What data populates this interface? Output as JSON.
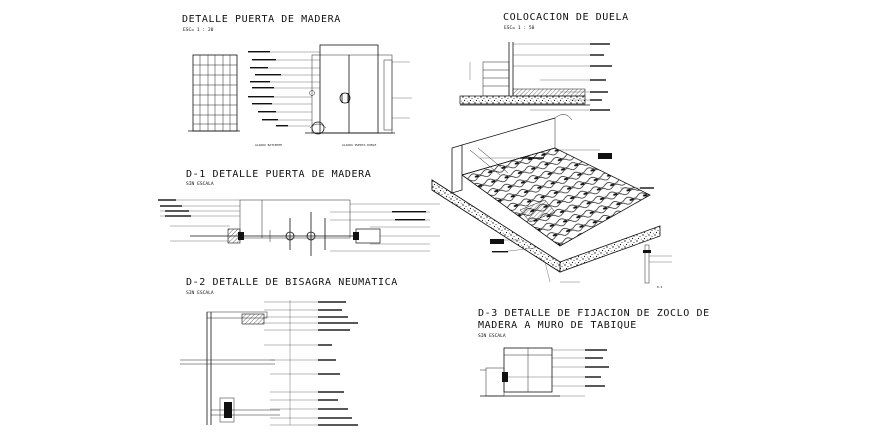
{
  "drawing": {
    "titles": {
      "detalle_puerta": "DETALLE PUERTA DE MADERA",
      "detalle_puerta_scale": "ESC= 1 : 20",
      "colocacion_duela": "COLOCACION DE DUELA",
      "colocacion_duela_scale": "ESC= 1 : 50",
      "d1": "D-1  DETALLE PUERTA DE MADERA",
      "d1_sub": "SIN ESCALA",
      "d2": "D-2  DETALLE DE BISAGRA NEUMATICA",
      "d2_sub": "SIN ESCALA",
      "d3_line1": "D-3  DETALLE DE FIJACION DE ZOCLO DE",
      "d3_line2": "MADERA A MURO DE TABIQUE",
      "d3_sub": "SIN ESCALA"
    },
    "captions": {
      "alzado_batiente": "ALZADO BATIENTE",
      "alzado_puerta_doble": "ALZADO PUERTA DOBLE",
      "d4_tag": "D-4"
    },
    "colors": {
      "ink": "#111111",
      "paper": "#ffffff"
    }
  }
}
